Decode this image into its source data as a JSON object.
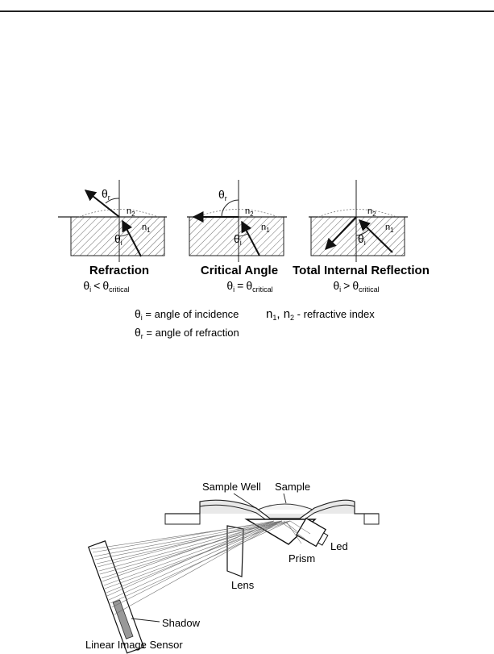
{
  "figure1": {
    "panels": [
      {
        "title": "Refraction",
        "condition": {
          "lhs": "θ",
          "lhs_sub": "i",
          "op": "<",
          "rhs": "θ",
          "rhs_sub": "critical"
        }
      },
      {
        "title": "Critical Angle",
        "condition": {
          "lhs": "θ",
          "lhs_sub": "i",
          "op": "=",
          "rhs": "θ",
          "rhs_sub": "critical"
        }
      },
      {
        "title": "Total Internal Reflection",
        "condition": {
          "lhs": "θ",
          "lhs_sub": "i",
          "op": ">",
          "rhs": "θ",
          "rhs_sub": "critical"
        }
      }
    ],
    "labels": {
      "theta": "θ",
      "sub_r": "r",
      "sub_i": "i",
      "n": "n",
      "sub_1": "1",
      "sub_2": "2"
    },
    "legend": {
      "incidence": {
        "sym": "θ",
        "sub": "i",
        "text": " = angle of incidence"
      },
      "refraction": {
        "sym": "θ",
        "sub": "r",
        "text": " = angle of refraction"
      },
      "index": {
        "n1": "n",
        "s1": "1",
        "mid": ", n",
        "s2": "2",
        "text": " - refractive index"
      }
    }
  },
  "figure2": {
    "labels": {
      "sample_well": "Sample Well",
      "sample": "Sample",
      "led": "Led",
      "prism": "Prism",
      "lens": "Lens",
      "shadow": "Shadow",
      "sensor": "Linear Image Sensor"
    }
  }
}
